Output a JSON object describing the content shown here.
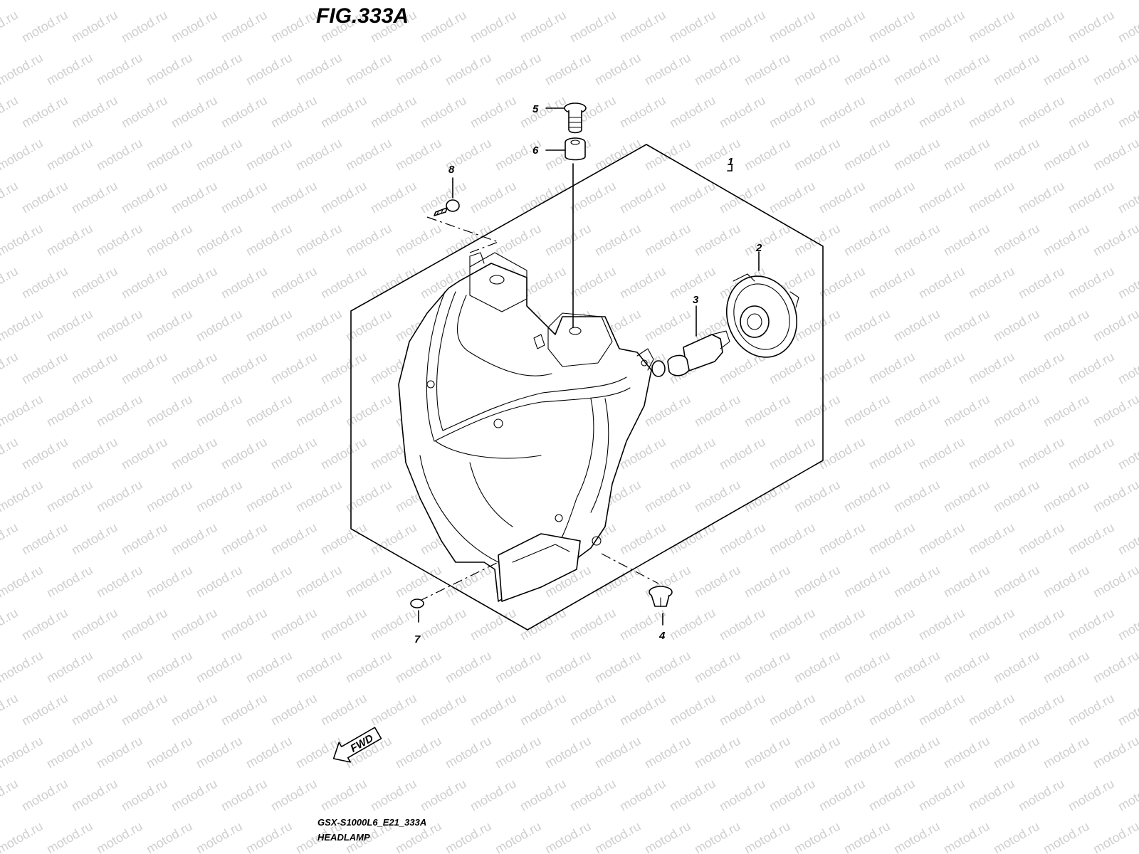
{
  "figure_number": "FIG.333A",
  "model_code": "GSX-S1000L6_E21_333A",
  "assembly_name": "HEADLAMP",
  "watermark_text": "motod.ru",
  "direction_indicator": "FWD",
  "callouts": {
    "c1": "1",
    "c2": "2",
    "c3": "3",
    "c4": "4",
    "c5": "5",
    "c6": "6",
    "c7": "7",
    "c8": "8"
  },
  "colors": {
    "line": "#000000",
    "watermark": "#cfcfcf",
    "background": "#ffffff"
  }
}
